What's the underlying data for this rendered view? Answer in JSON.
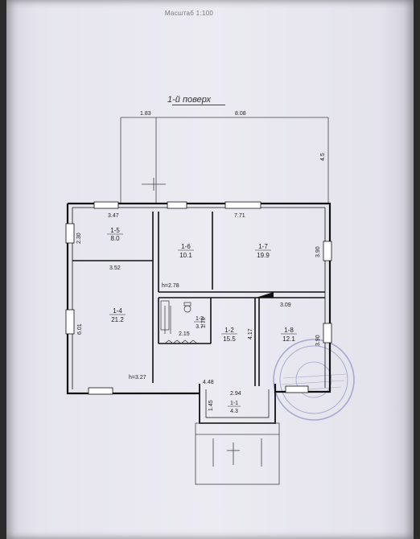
{
  "header": {
    "scale": "Масштаб 1:100"
  },
  "plan": {
    "title": "1-й поверх",
    "rooms": [
      {
        "id": "1-5",
        "area": "8.0"
      },
      {
        "id": "1-6",
        "area": "10.1"
      },
      {
        "id": "1-7",
        "area": "19.9"
      },
      {
        "id": "1-4",
        "area": "21.2"
      },
      {
        "id": "1-3",
        "area": "3.7"
      },
      {
        "id": "1-2",
        "area": "15.5"
      },
      {
        "id": "1-8",
        "area": "12.1"
      },
      {
        "id": "1-1",
        "area": "4.3"
      }
    ],
    "dimensions": [
      "1.83",
      "8.08",
      "4.5",
      "3.47",
      "7.71",
      "2.30",
      "3.52",
      "3.90",
      "h=2.78",
      "3.09",
      "6.01",
      "1.70",
      "2.15",
      "4.17",
      "3.90",
      "h=3.27",
      "4.48",
      "2.94",
      "1.45"
    ]
  }
}
